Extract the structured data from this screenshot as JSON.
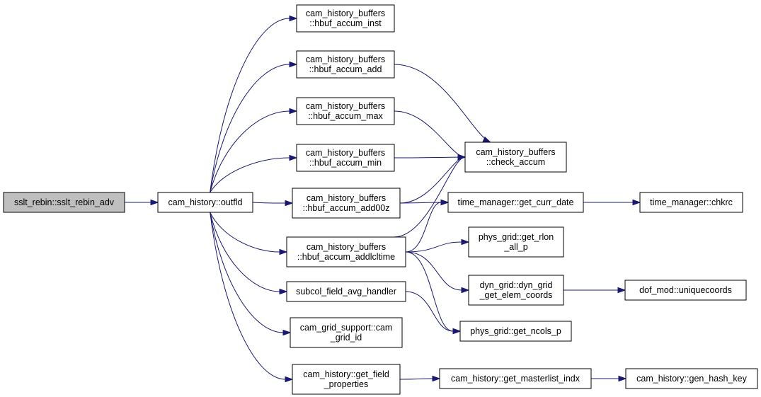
{
  "graph": {
    "colors": {
      "edge": "#191970",
      "root_fill": "#bfbfbf",
      "node_fill": "#ffffff",
      "node_border": "#000000"
    },
    "nodes": [
      {
        "id": "sslt_rebin_adv",
        "lines": [
          "sslt_rebin::sslt_rebin_adv"
        ],
        "root": true
      },
      {
        "id": "outfld",
        "lines": [
          "cam_history::outfld"
        ]
      },
      {
        "id": "hbuf_accum_inst",
        "lines": [
          "cam_history_buffers",
          "::hbuf_accum_inst"
        ]
      },
      {
        "id": "hbuf_accum_add",
        "lines": [
          "cam_history_buffers",
          "::hbuf_accum_add"
        ]
      },
      {
        "id": "hbuf_accum_max",
        "lines": [
          "cam_history_buffers",
          "::hbuf_accum_max"
        ]
      },
      {
        "id": "hbuf_accum_min",
        "lines": [
          "cam_history_buffers",
          "::hbuf_accum_min"
        ]
      },
      {
        "id": "hbuf_accum_add00z",
        "lines": [
          "cam_history_buffers",
          "::hbuf_accum_add00z"
        ]
      },
      {
        "id": "hbuf_accum_addlcltime",
        "lines": [
          "cam_history_buffers",
          "::hbuf_accum_addlcltime"
        ]
      },
      {
        "id": "subcol_field_avg_handler",
        "lines": [
          "subcol_field_avg_handler"
        ]
      },
      {
        "id": "cam_grid_id",
        "lines": [
          "cam_grid_support::cam",
          "_grid_id"
        ]
      },
      {
        "id": "get_field_properties",
        "lines": [
          "cam_history::get_field",
          "_properties"
        ]
      },
      {
        "id": "check_accum",
        "lines": [
          "cam_history_buffers",
          "::check_accum"
        ]
      },
      {
        "id": "get_curr_date",
        "lines": [
          "time_manager::get_curr_date"
        ]
      },
      {
        "id": "get_rlon_all_p",
        "lines": [
          "phys_grid::get_rlon",
          "_all_p"
        ]
      },
      {
        "id": "dyn_grid_get_elem_coords",
        "lines": [
          "dyn_grid::dyn_grid",
          "_get_elem_coords"
        ]
      },
      {
        "id": "get_ncols_p",
        "lines": [
          "phys_grid::get_ncols_p"
        ]
      },
      {
        "id": "get_masterlist_indx",
        "lines": [
          "cam_history::get_masterlist_indx"
        ]
      },
      {
        "id": "chkrc",
        "lines": [
          "time_manager::chkrc"
        ]
      },
      {
        "id": "uniquecoords",
        "lines": [
          "dof_mod::uniquecoords"
        ]
      },
      {
        "id": "gen_hash_key",
        "lines": [
          "cam_history::gen_hash_key"
        ]
      }
    ],
    "edges": [
      {
        "from": "sslt_rebin_adv",
        "to": "outfld"
      },
      {
        "from": "outfld",
        "to": "hbuf_accum_inst"
      },
      {
        "from": "outfld",
        "to": "hbuf_accum_add"
      },
      {
        "from": "outfld",
        "to": "hbuf_accum_max"
      },
      {
        "from": "outfld",
        "to": "hbuf_accum_min"
      },
      {
        "from": "outfld",
        "to": "hbuf_accum_add00z"
      },
      {
        "from": "outfld",
        "to": "hbuf_accum_addlcltime"
      },
      {
        "from": "outfld",
        "to": "subcol_field_avg_handler"
      },
      {
        "from": "outfld",
        "to": "cam_grid_id"
      },
      {
        "from": "outfld",
        "to": "get_field_properties"
      },
      {
        "from": "hbuf_accum_add",
        "to": "check_accum"
      },
      {
        "from": "hbuf_accum_max",
        "to": "check_accum"
      },
      {
        "from": "hbuf_accum_min",
        "to": "check_accum"
      },
      {
        "from": "hbuf_accum_add00z",
        "to": "check_accum"
      },
      {
        "from": "hbuf_accum_add00z",
        "to": "get_curr_date"
      },
      {
        "from": "hbuf_accum_addlcltime",
        "to": "check_accum"
      },
      {
        "from": "hbuf_accum_addlcltime",
        "to": "get_curr_date"
      },
      {
        "from": "hbuf_accum_addlcltime",
        "to": "get_rlon_all_p"
      },
      {
        "from": "hbuf_accum_addlcltime",
        "to": "dyn_grid_get_elem_coords"
      },
      {
        "from": "hbuf_accum_addlcltime",
        "to": "get_ncols_p"
      },
      {
        "from": "subcol_field_avg_handler",
        "to": "get_ncols_p"
      },
      {
        "from": "get_curr_date",
        "to": "chkrc"
      },
      {
        "from": "dyn_grid_get_elem_coords",
        "to": "uniquecoords"
      },
      {
        "from": "get_field_properties",
        "to": "get_masterlist_indx"
      },
      {
        "from": "get_masterlist_indx",
        "to": "gen_hash_key"
      }
    ]
  }
}
